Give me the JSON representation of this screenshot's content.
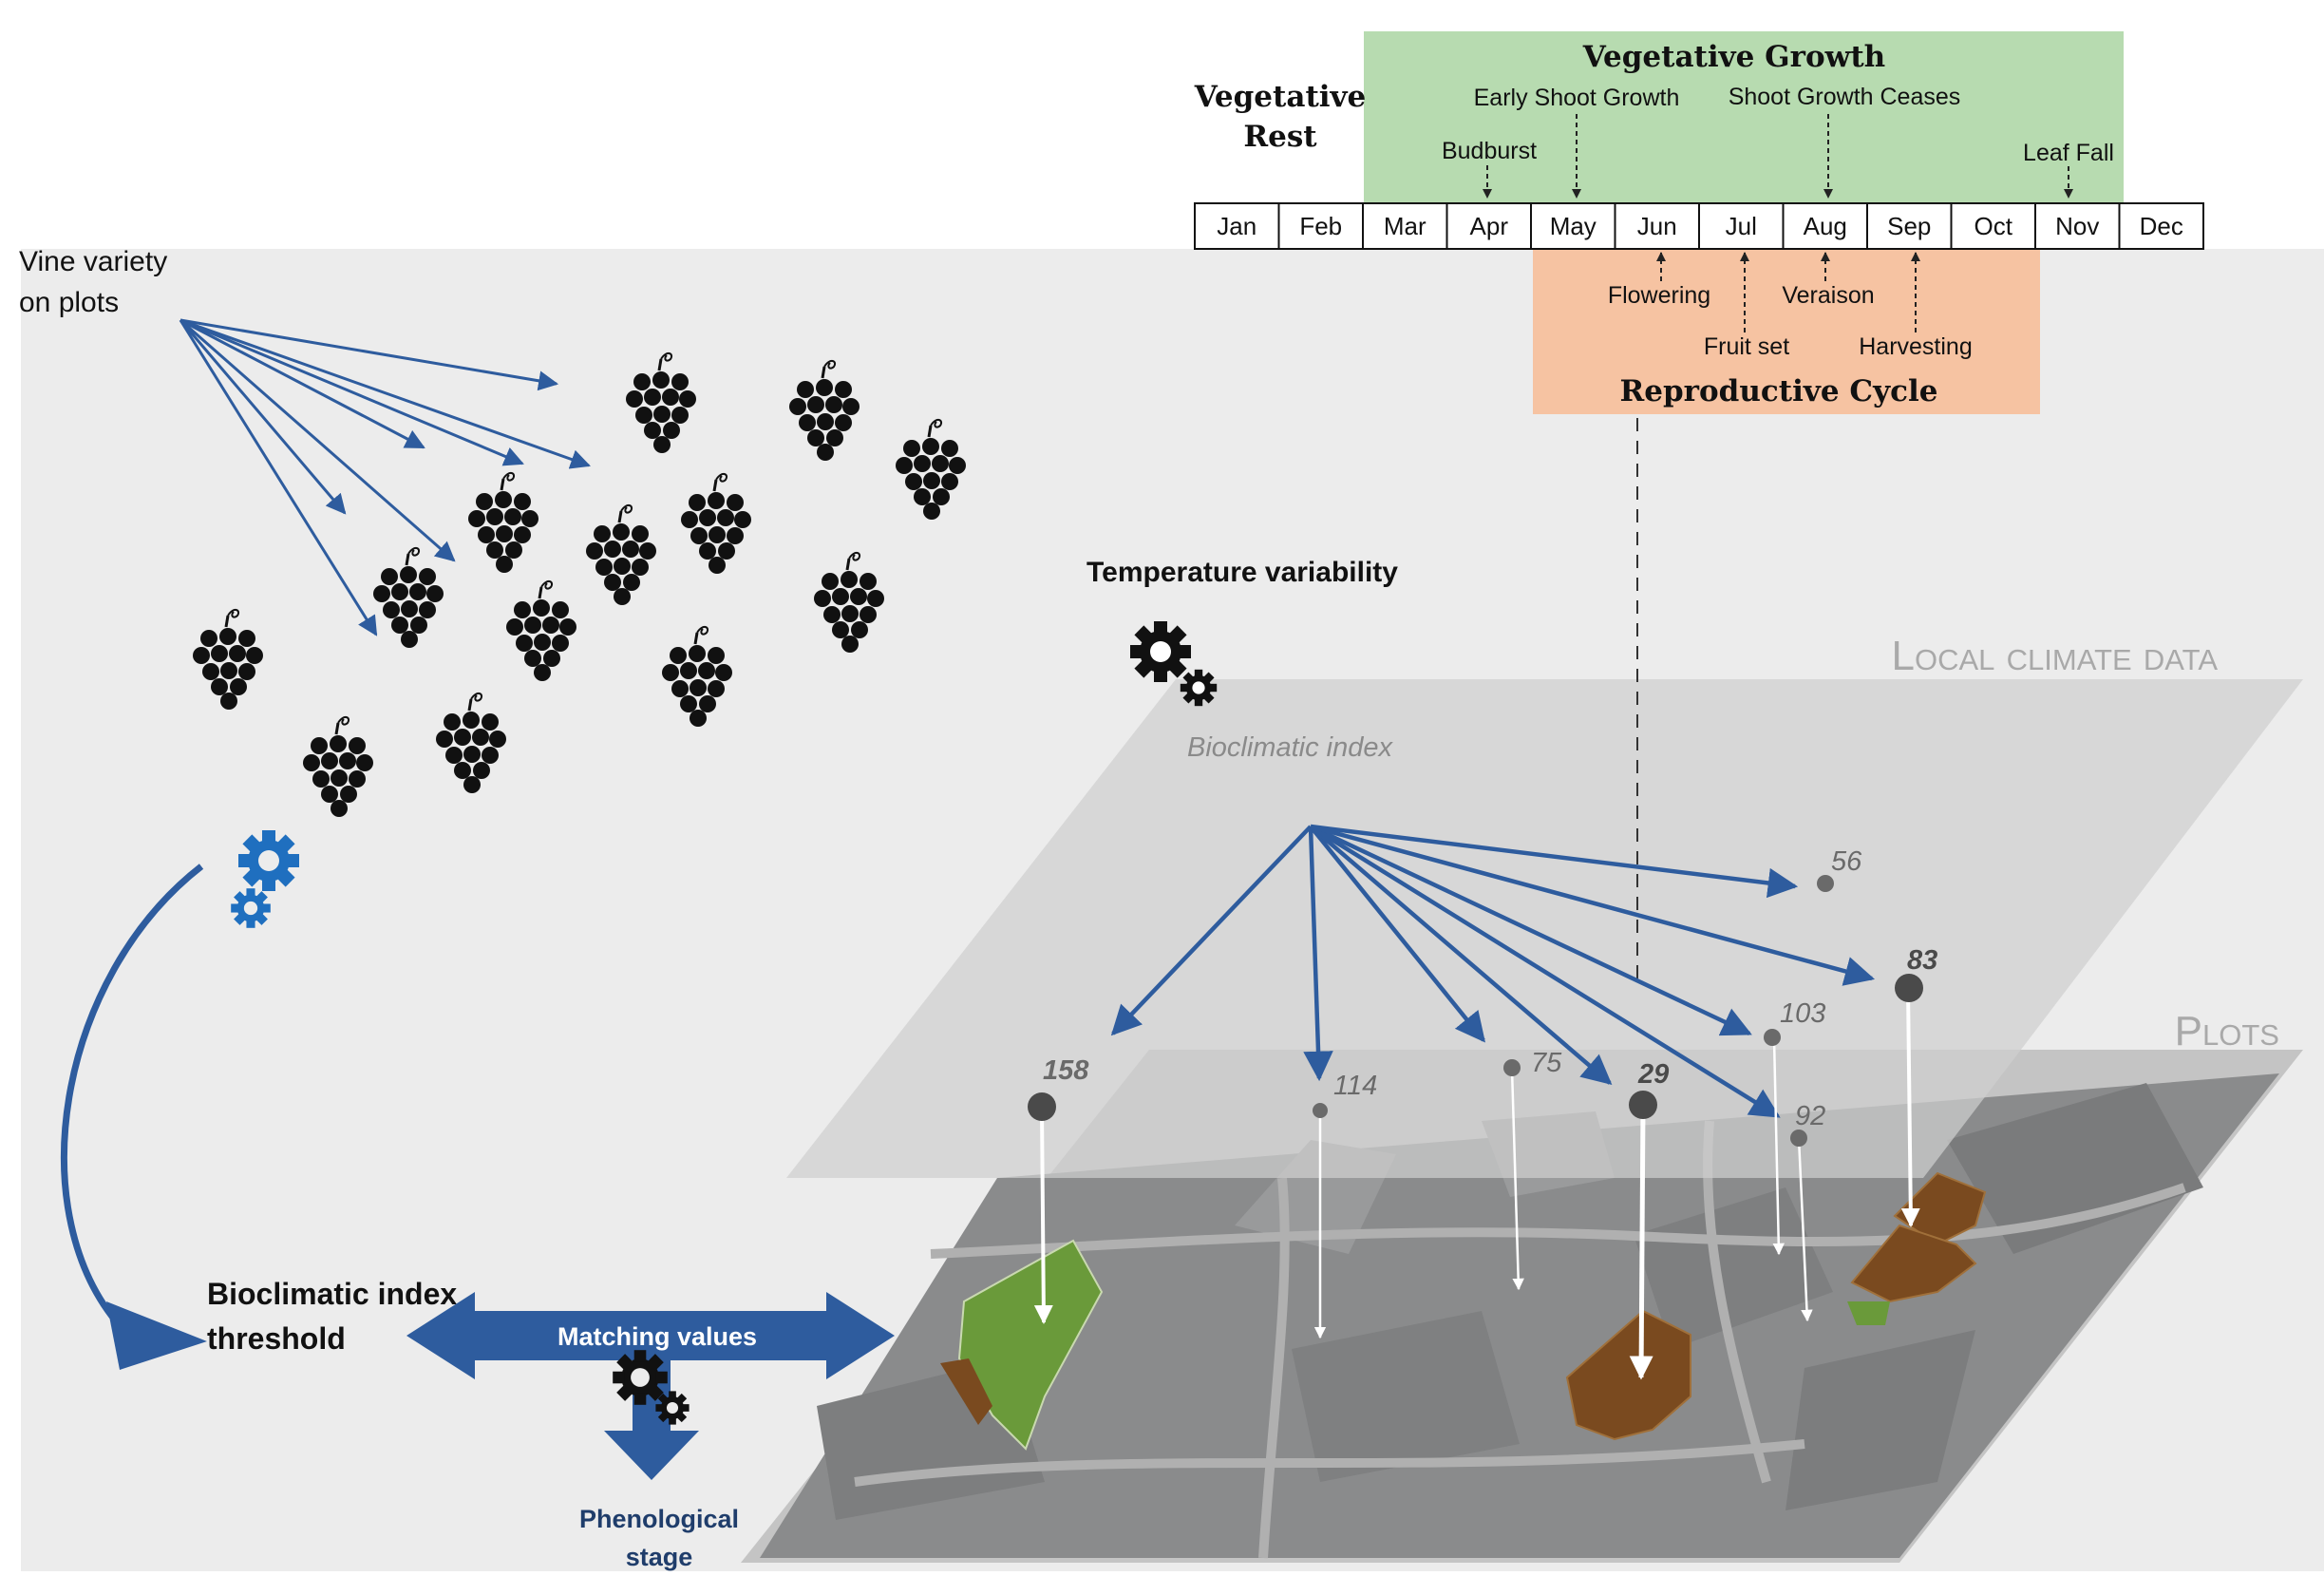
{
  "vine_label_line1": "Vine variety",
  "vine_label_line2": "on plots",
  "timeline": {
    "vegetative_growth": "Vegetative Growth",
    "vegetative_rest_line1": "Vegetative",
    "vegetative_rest_line2": "Rest",
    "reproductive_cycle": "Reproductive Cycle",
    "months": [
      "Jan",
      "Feb",
      "Mar",
      "Apr",
      "May",
      "Jun",
      "Jul",
      "Aug",
      "Sep",
      "Oct",
      "Nov",
      "Dec"
    ],
    "growth_events": {
      "budburst": "Budburst",
      "early_shoot_growth": "Early Shoot Growth",
      "shoot_growth_ceases": "Shoot Growth Ceases",
      "leaf_fall": "Leaf Fall"
    },
    "repro_events": {
      "flowering": "Flowering",
      "fruit_set": "Fruit set",
      "veraison": "Veraison",
      "harvesting": "Harvesting"
    }
  },
  "temperature_variability": "Temperature variability",
  "local_climate_data": "Local climate data",
  "bioclimatic_index": "Bioclimatic index",
  "plots": "Plots",
  "station_values": [
    "158",
    "114",
    "75",
    "29",
    "103",
    "92",
    "83",
    "56"
  ],
  "threshold_line1": "Bioclimatic index",
  "threshold_line2": "threshold",
  "matching_values": "Matching values",
  "phenological_line1": "Phenological",
  "phenological_line2": "stage",
  "colors": {
    "background_panel": "#ececec",
    "growth_box": "#b7dbb0",
    "repro_box": "#f6c3a2",
    "arrow_blue": "#2e5c9e",
    "gear_blue": "#1f6fbf",
    "plot_green": "#6a9a3a",
    "plot_brown": "#7a4a1f"
  }
}
